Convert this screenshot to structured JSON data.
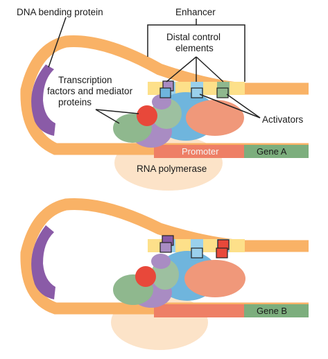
{
  "labels": {
    "dna_bending_protein": "DNA bending protein",
    "enhancer": "Enhancer",
    "distal_control_line1": "Distal control",
    "distal_control_line2": "elements",
    "tf_line1": "Transcription",
    "tf_line2": "factors and mediator",
    "tf_line3": "proteins",
    "activators": "Activators",
    "promoter": "Promoter",
    "gene_a": "Gene A",
    "rna_polymerase": "RNA polymerase",
    "gene_b": "Gene B"
  },
  "colors": {
    "dna": "#f9b266",
    "bending_protein": "#8a5ba7",
    "promoter": "#ee7f66",
    "gene": "#7cae7d",
    "rna_polymerase": "#fce3c8",
    "mediator_blue": "#6fb5dd",
    "mediator_green": "#8fb88e",
    "mediator_purple": "#a98cc3",
    "mediator_red": "#e8483a",
    "activator_orange": "#f0987a",
    "enhancer_blue": "#9ad0ec",
    "enhancer_yellow": "#fde08a"
  }
}
